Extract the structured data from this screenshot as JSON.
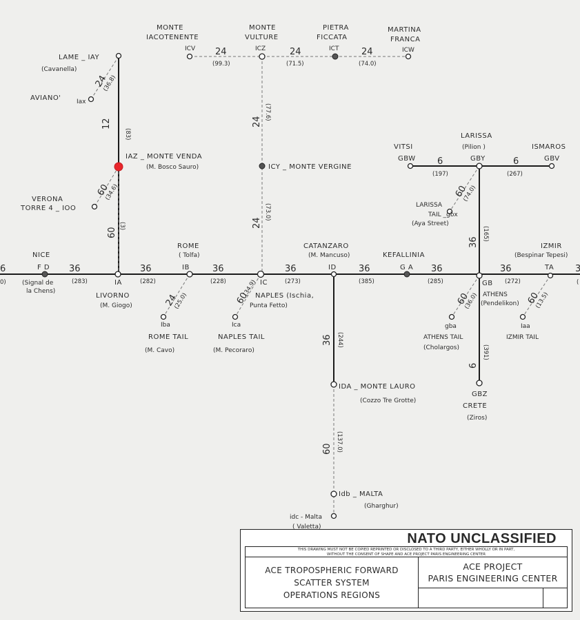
{
  "diagram": {
    "nodes": [
      {
        "id": "lame",
        "name": "LAME _ IAY",
        "sub": "(Cavanella)"
      },
      {
        "id": "aviano",
        "name": "AVIANO'",
        "code": "Iax"
      },
      {
        "id": "monte_venda",
        "name": "IAZ _ MONTE  VENDA",
        "sub": "(M. Bosco  Sauro)"
      },
      {
        "id": "verona",
        "name": "VERONA",
        "name2": "TORRE 4  _ IOO"
      },
      {
        "id": "nice",
        "name": "NICE",
        "code": "F D",
        "sub": "(Signal  de",
        "sub2": "la Chens)"
      },
      {
        "id": "livorno",
        "code": "IA",
        "name": "LIVORNO",
        "sub": "(M. Giogo)"
      },
      {
        "id": "rome",
        "name": "ROME",
        "sub": "( Tolfa)",
        "code": "IB"
      },
      {
        "id": "rome_tail",
        "code": "Iba",
        "name": "ROME TAIL",
        "sub": "(M. Cavo)"
      },
      {
        "id": "naples",
        "code": "IC",
        "name": "NAPLES (Ischia,",
        "sub": "Punta  Fetto)"
      },
      {
        "id": "naples_tail",
        "code": "Ica",
        "name": "NAPLES TAIL",
        "sub": "(M. Pecoraro)"
      },
      {
        "id": "monte_iacotenente",
        "name": "MONTE",
        "name2": "IACOTENENTE",
        "code": "ICV"
      },
      {
        "id": "monte_vulture",
        "name": "MONTE",
        "name2": "VULTURE",
        "code": "ICZ"
      },
      {
        "id": "pietra_ficcata",
        "name": "PIETRA",
        "name2": "FICCATA",
        "code": "ICT"
      },
      {
        "id": "martina_franca",
        "name": "MARTINA",
        "name2": "FRANCA",
        "code": "ICW"
      },
      {
        "id": "monte_vergine",
        "name": "ICY _ MONTE  VERGINE"
      },
      {
        "id": "catanzaro",
        "name": "CATANZARO",
        "sub": "(M. Mancuso)",
        "code": "ID"
      },
      {
        "id": "monte_lauro",
        "name": "IDA _ MONTE  LAURO",
        "sub": "(Cozzo  Tre  Grotte)"
      },
      {
        "id": "malta",
        "name": "Idb  _  MALTA",
        "sub": "(Gharghur)"
      },
      {
        "id": "malta_valetta",
        "name": "idc - Malta",
        "sub": "( Valetta)"
      },
      {
        "id": "kefallinia",
        "name": "KEFALLINIA",
        "code": "G A"
      },
      {
        "id": "athens",
        "code": "GB",
        "name": "ATHENS",
        "sub": "(Pendelikon)"
      },
      {
        "id": "athens_tail",
        "code": "gba",
        "name": "ATHENS TAIL",
        "sub": "(Cholargos)"
      },
      {
        "id": "larissa",
        "name": "LARISSA",
        "sub": "(Pilion )",
        "code": "GBY"
      },
      {
        "id": "larissa_tail",
        "name": "LARISSA",
        "name2": "TAIL _gbx",
        "sub": "(Aya Street)"
      },
      {
        "id": "vitsi",
        "name": "VITSI",
        "code": "GBW"
      },
      {
        "id": "ismaros",
        "name": "ISMAROS",
        "code": "GBV"
      },
      {
        "id": "crete",
        "code": "GBZ",
        "name": "CRETE",
        "sub": "(Ziros)"
      },
      {
        "id": "izmir",
        "name": "IZMIR",
        "sub": "(Bespinar  Tepesi)",
        "code": "TA"
      },
      {
        "id": "izmir_tail",
        "code": "Iaa",
        "name": "IZMIR TAIL"
      }
    ],
    "links": [
      {
        "channels": "36",
        "distance": "(283)"
      },
      {
        "channels": "36",
        "distance": "(282)"
      },
      {
        "channels": "36",
        "distance": "(228)"
      },
      {
        "channels": "36",
        "distance": "(273)"
      },
      {
        "channels": "36",
        "distance": "(385)"
      },
      {
        "channels": "36",
        "distance": "(285)"
      },
      {
        "channels": "36",
        "distance": "(272)"
      },
      {
        "channels": "12",
        "distance": "(83)"
      },
      {
        "channels": "24",
        "distance": "(36.8)"
      },
      {
        "channels": "60",
        "distance": "(34.6)"
      },
      {
        "channels": "60",
        "distance": "(3)"
      },
      {
        "channels": "24",
        "distance": "(25.0)"
      },
      {
        "channels": "60",
        "distance": "(34.9)"
      },
      {
        "channels": "24",
        "distance": "(99.3)"
      },
      {
        "channels": "24",
        "distance": "(71.5)"
      },
      {
        "channels": "24",
        "distance": "(74.0)"
      },
      {
        "channels": "24",
        "distance": "(77.6)"
      },
      {
        "channels": "24",
        "distance": "(73.0)"
      },
      {
        "channels": "36",
        "distance": "(244)"
      },
      {
        "channels": "60",
        "distance": "(137.0)"
      },
      {
        "channels": "6",
        "distance": "(197)"
      },
      {
        "channels": "6",
        "distance": "(267)"
      },
      {
        "channels": "60",
        "distance": "(74.0)"
      },
      {
        "channels": "36",
        "distance": "(165)"
      },
      {
        "channels": "60",
        "distance": "(36.0)"
      },
      {
        "channels": "6",
        "distance": "(391)"
      },
      {
        "channels": "60",
        "distance": "(13.5)"
      }
    ],
    "edge_left": {
      "label": "6",
      "distance": "0)"
    },
    "edge_right": {
      "label": "3",
      "distance": "("
    }
  },
  "title_block": {
    "classification": "NATO  UNCLASSIFIED",
    "notice_line1": "THIS DRAWING MUST NOT BE COPIED REPRINTED OR DISCLOSED TO A THIRD PARTY, EITHER WHOLLY OR IN PART,",
    "notice_line2": "WITHOUT THE CONSENT OF SHAPE AND ACE PROJECT PARIS ENGINEERING CENTER",
    "title_line1": "ACE  TROPOSPHERIC  FORWARD",
    "title_line2": "SCATTER  SYSTEM",
    "title_line3": "OPERATIONS  REGIONS",
    "org_line1": "ACE  PROJECT",
    "org_line2": "PARIS  ENGINEERING  CENTER"
  },
  "colors": {
    "background": "#efefed",
    "line": "#1a1a1a",
    "highlight": "#e8262b"
  }
}
